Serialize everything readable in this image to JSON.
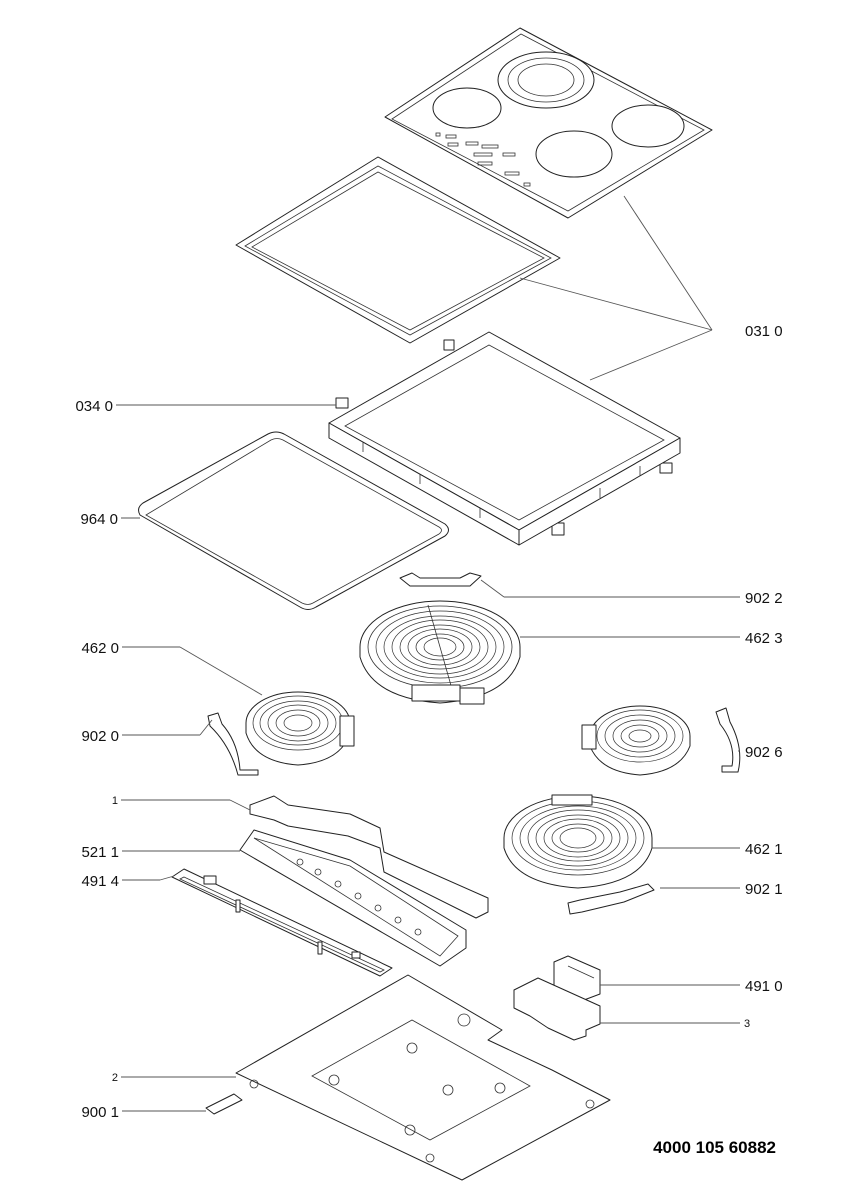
{
  "document_number": "4000 105 60882",
  "callouts": {
    "top_glass": "031 0",
    "clip": "034 0",
    "gasket": "964 0",
    "bracket_large": "902 2",
    "heater_large": "462 3",
    "heater_left": "462 0",
    "bracket_left": "902 0",
    "bracket_right": "902 6",
    "control_housing": "1",
    "control_board": "521 1",
    "key_board": "491 4",
    "heater_lower_right": "462 1",
    "bracket_lower_right": "902 1",
    "terminal_block": "491 0",
    "terminal_bracket": "3",
    "bottom_pan": "2",
    "connector": "900 1"
  }
}
